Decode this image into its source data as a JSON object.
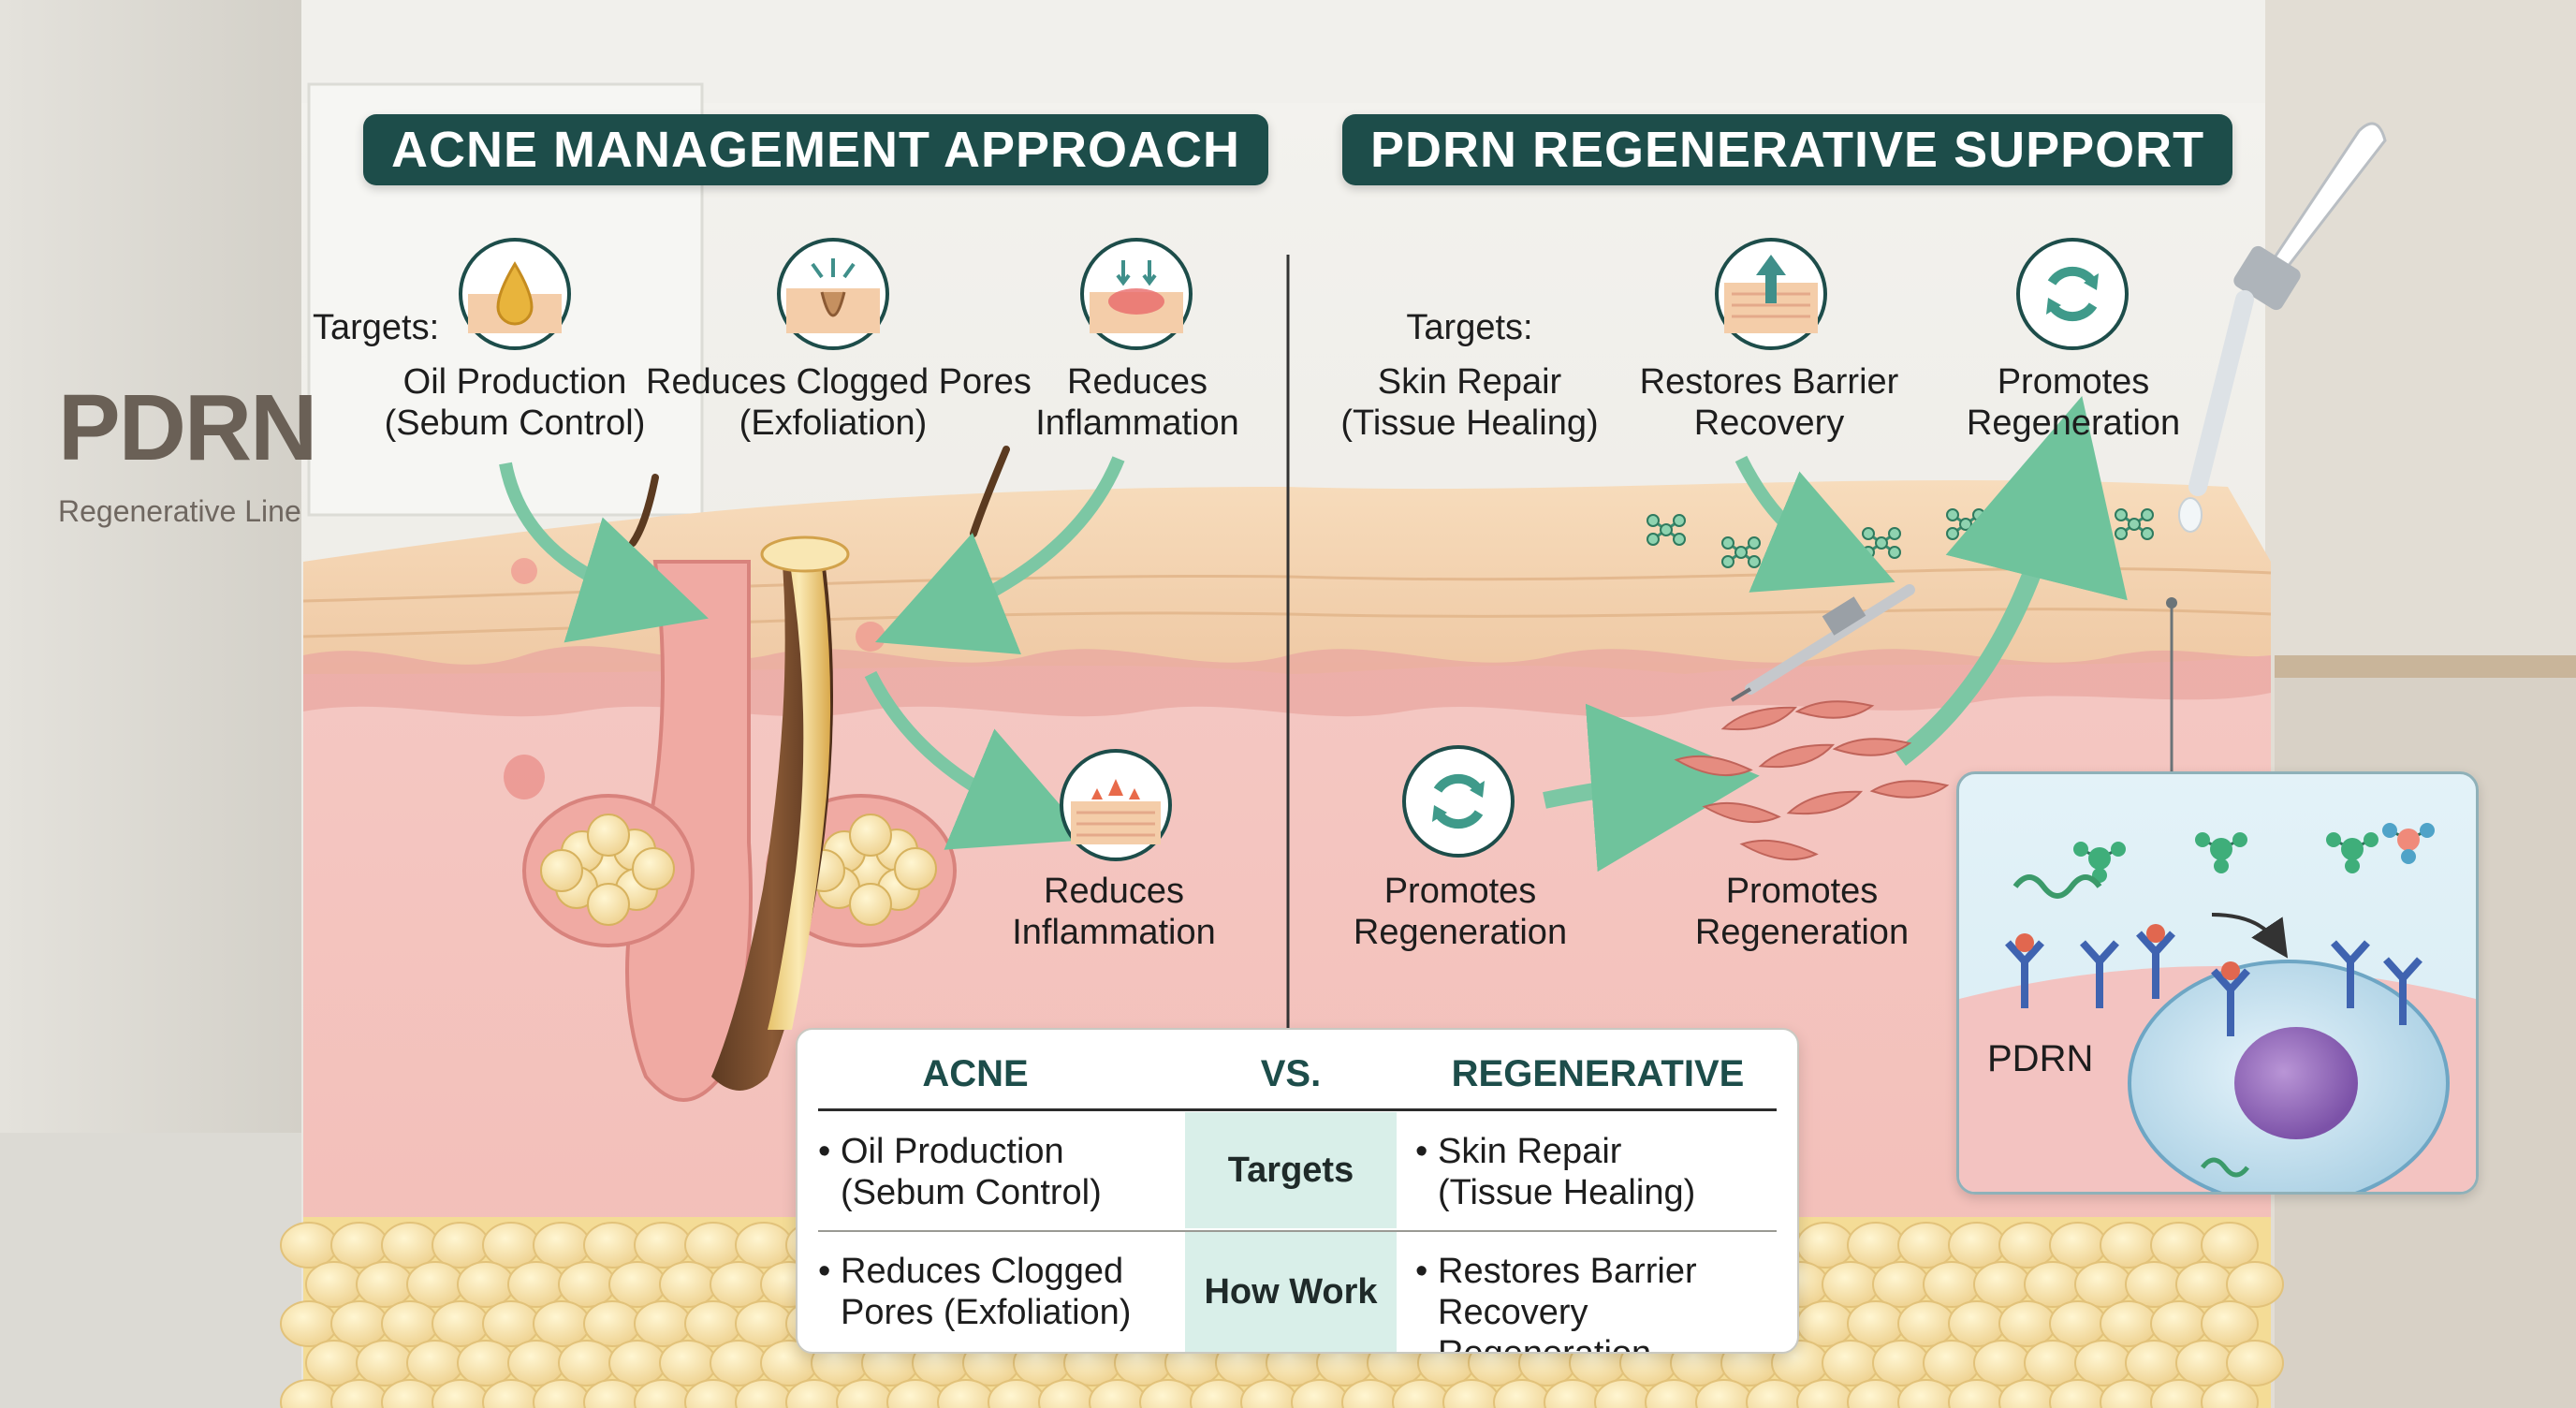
{
  "brand": {
    "logo": "PDRN",
    "tagline": "Regenerative Line"
  },
  "left_panel": {
    "title": "ACNE MANAGEMENT APPROACH",
    "targets_label": "Targets:",
    "items": [
      {
        "line1": "Oil Production",
        "line2": "(Sebum Control)",
        "icon": "oil-drop-icon"
      },
      {
        "line1": "Reduces Clogged Pores",
        "line2": "(Exfoliation)",
        "icon": "clogged-pore-icon"
      },
      {
        "line1": "Reduces",
        "line2": "Inflammation",
        "icon": "inflammation-icon"
      },
      {
        "line1": "Reduces",
        "line2": "Inflammation",
        "icon": "inflammation-reduce-icon"
      }
    ]
  },
  "right_panel": {
    "title": "PDRN REGENERATIVE SUPPORT",
    "targets_label": "Targets:",
    "items": [
      {
        "line1": "Skin Repair",
        "line2": "(Tissue Healing)"
      },
      {
        "line1": "Restores Barrier",
        "line2": "Recovery",
        "icon": "barrier-arrow-icon"
      },
      {
        "line1": "Promotes",
        "line2": "Regeneration",
        "icon": "regeneration-cycle-icon"
      },
      {
        "line1": "Promotes",
        "line2": "Regeneration",
        "icon": "regeneration-cycle-icon"
      },
      {
        "line1": "Promotes",
        "line2": "Regeneration"
      }
    ]
  },
  "comparison": {
    "header": {
      "left": "ACNE",
      "mid": "VS.",
      "right": "REGENERATIVE"
    },
    "rows": [
      {
        "label": "Targets",
        "left": [
          "Oil Production",
          "(Sebum Control)"
        ],
        "right": [
          "Skin Repair",
          "(Tissue Healing)"
        ]
      },
      {
        "label": "How Work",
        "left": [
          "Reduces Clogged",
          "Pores (Exfoliation)"
        ],
        "right": [
          "Restores Barrier",
          "Recovery Regeneration"
        ]
      }
    ]
  },
  "inset": {
    "label": "PDRN"
  },
  "colors": {
    "title_bg": "#1d4d4a",
    "arrow_green": "#7cc7a4",
    "skin_pink": "#f3c6c2",
    "epidermis": "#f5d7b2",
    "fat": "#f6e3a6",
    "highlight_mint": "#d9efe9"
  }
}
